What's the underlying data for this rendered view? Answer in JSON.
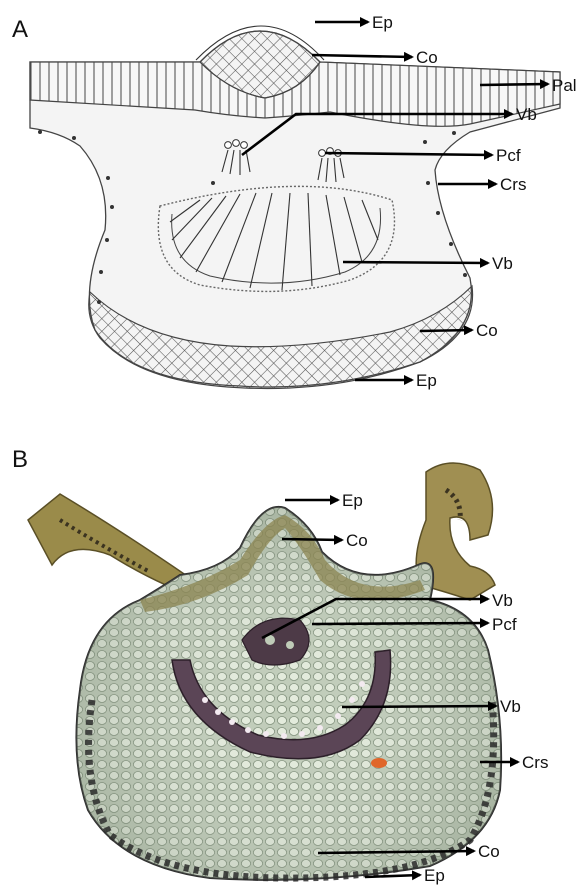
{
  "panels": [
    {
      "letter": "A",
      "labels": [
        "Ep",
        "Co",
        "Pal",
        "Vb",
        "Pcf",
        "Crs",
        "Vb",
        "Co",
        "Ep"
      ]
    },
    {
      "letter": "B",
      "labels": [
        "Ep",
        "Co",
        "Vb",
        "Pcf",
        "Vb",
        "Crs",
        "Co",
        "Ep"
      ]
    }
  ],
  "colors": {
    "drawing_fill": "#f4f4f4",
    "hatch": "#555555",
    "section_tissue": "#b9c6b2",
    "section_edge": "#3a3a3a",
    "bundle_dark": "#3b2a35",
    "wing_brown": "#8a7a3a"
  }
}
